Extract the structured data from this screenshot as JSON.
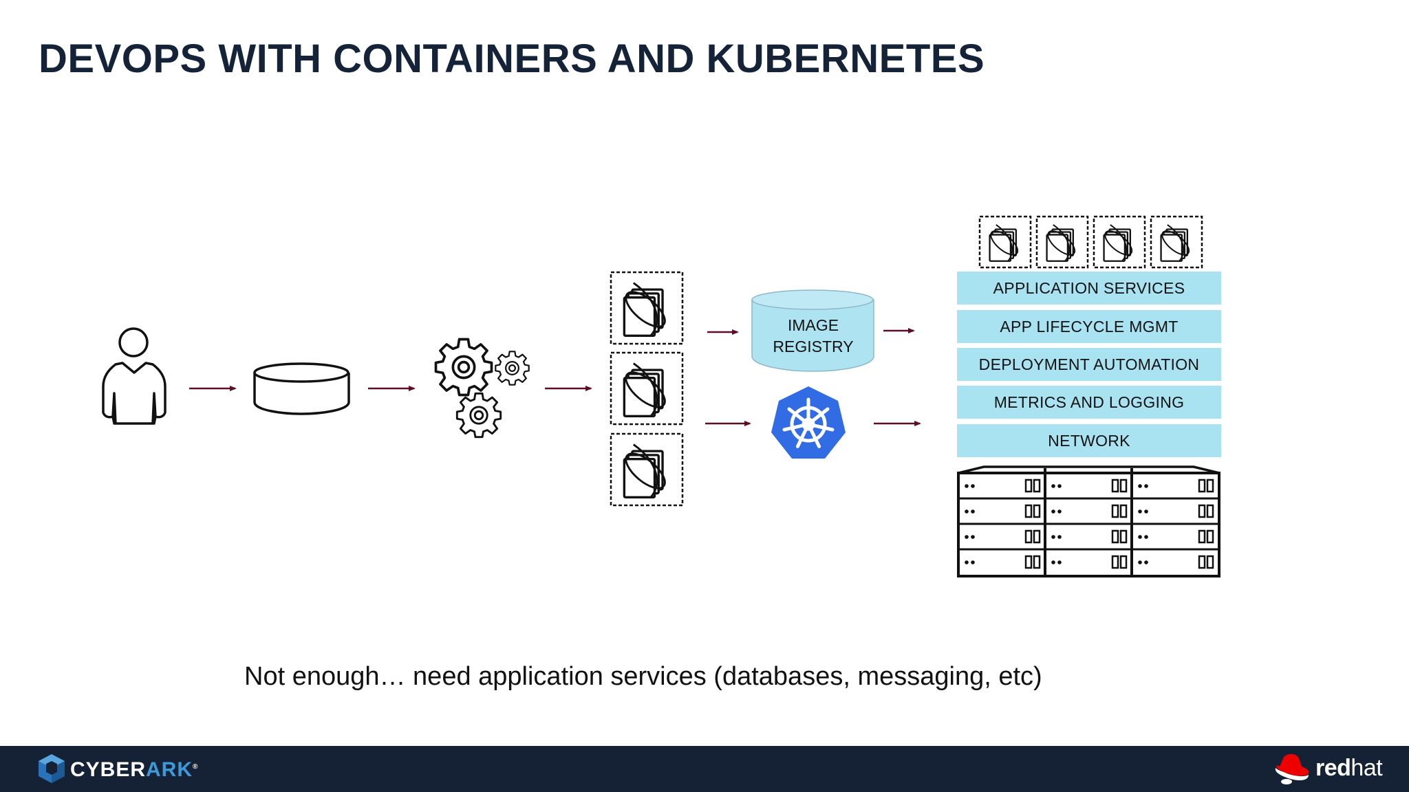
{
  "slide": {
    "title": "DEVOPS WITH CONTAINERS AND KUBERNETES",
    "caption": "Not enough… need application services (databases, messaging, etc)"
  },
  "diagram": {
    "image_registry": {
      "line1": "IMAGE",
      "line2": "REGISTRY"
    },
    "service_stack": [
      "APPLICATION SERVICES",
      "APP LIFECYCLE MGMT",
      "DEPLOYMENT AUTOMATION",
      "METRICS AND LOGGING",
      "NETWORK"
    ],
    "icons": [
      "developer-icon",
      "source-repo-disk-icon",
      "gears-icon",
      "container-image-icon",
      "kubernetes-icon",
      "server-rack-icon"
    ],
    "colors": {
      "stack_bar": "#a9e3f1",
      "registry_fill": "#aee4f2",
      "kubernetes_blue": "#326ce5",
      "arrow": "#5a0f25",
      "footer": "#152235"
    }
  },
  "footer": {
    "left_logo_prefix": "CYBER",
    "left_logo_suffix": "ARK",
    "left_logo_mark": "®",
    "right_logo_prefix": "red",
    "right_logo_suffix": "hat"
  }
}
